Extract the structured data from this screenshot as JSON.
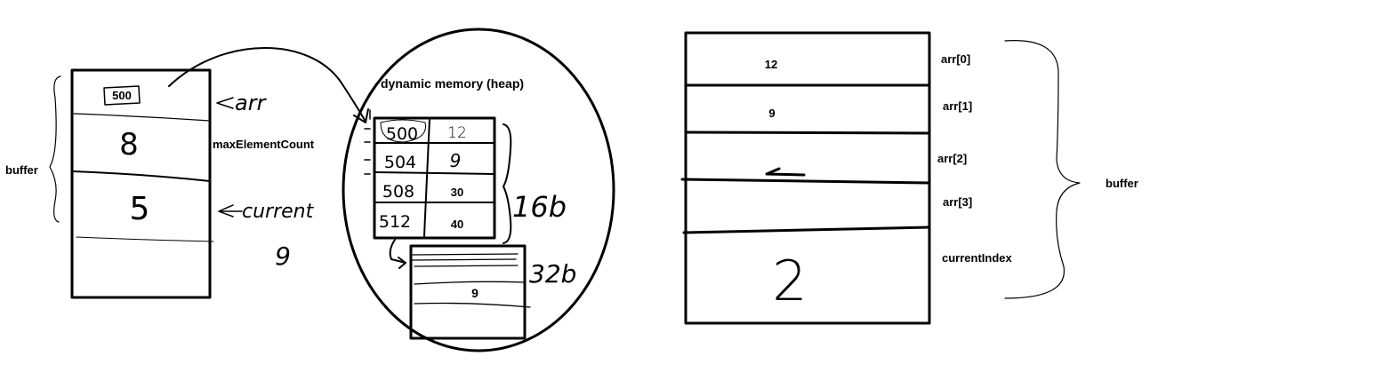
{
  "left_diagram": {
    "buffer_label": "buffer",
    "cells": [
      "500",
      "8",
      "5",
      ""
    ],
    "pointer_label": "arr",
    "count_label": "maxElementCount",
    "current_label": "current",
    "stray_digit": "9"
  },
  "heap": {
    "title": "dynamic memory (heap)",
    "addresses": [
      "500",
      "504",
      "508",
      "512"
    ],
    "values": [
      "12",
      "9",
      "30",
      "40"
    ],
    "block_size": "16b",
    "new_block_size": "32b",
    "new_block_value": "9"
  },
  "right_diagram": {
    "cell_values": [
      "12",
      "9",
      "",
      "",
      "2"
    ],
    "cell_labels": [
      "arr[0]",
      "arr[1]",
      "arr[2]",
      "arr[3]",
      "currentIndex"
    ],
    "buffer_label": "buffer"
  }
}
